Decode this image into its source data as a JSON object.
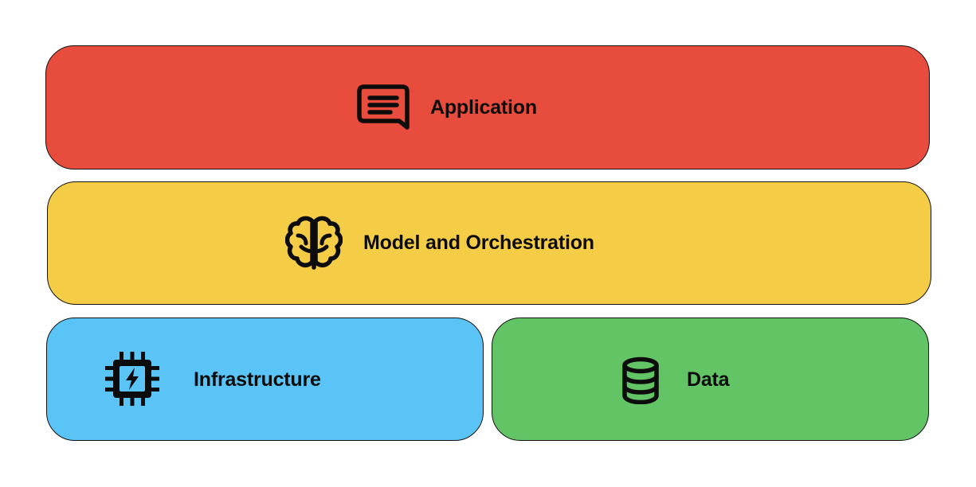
{
  "layers": {
    "application": {
      "label": "Application",
      "icon": "chat-bubble-icon",
      "color": "#E84C3D"
    },
    "model": {
      "label": "Model and Orchestration",
      "icon": "brain-icon",
      "color": "#F5CC45"
    },
    "infrastructure": {
      "label": "Infrastructure",
      "icon": "cpu-chip-bolt-icon",
      "color": "#5AC4F7"
    },
    "data": {
      "label": "Data",
      "icon": "database-icon",
      "color": "#63C466"
    }
  }
}
